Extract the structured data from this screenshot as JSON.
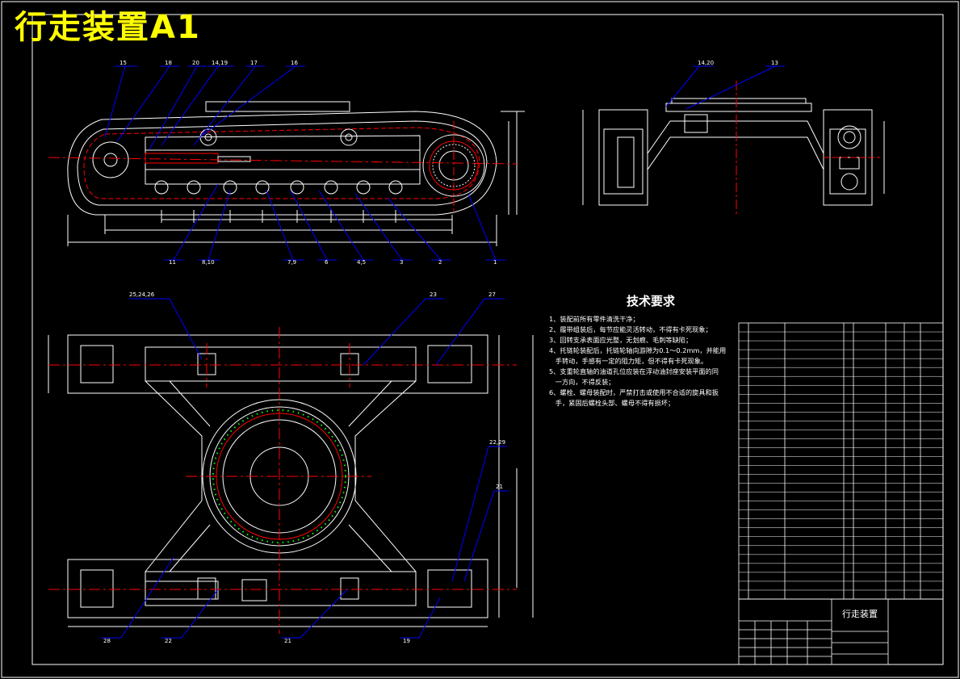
{
  "drawing": {
    "title": "行走装置A1",
    "assembly_name": "行走装置",
    "colors": {
      "background": "#000000",
      "frame": "#ffffff",
      "leader": "#0000ff",
      "centerline": "#ff0000",
      "title": "#ffff00",
      "teeth": "#00ff00"
    }
  },
  "side_view_labels": {
    "top": [
      "15",
      "18",
      "20",
      "14,19",
      "17",
      "16"
    ],
    "bottom": [
      "11",
      "8,10",
      "7,9",
      "6",
      "4,5",
      "3",
      "2",
      "1"
    ]
  },
  "end_view_labels": [
    "14,20",
    "13"
  ],
  "plan_view_labels": {
    "top": [
      "25,24,26",
      "23",
      "27"
    ],
    "right": [
      "22,29",
      "21"
    ],
    "bottom": [
      "28",
      "22",
      "21",
      "19"
    ]
  },
  "tech_requirements": {
    "title": "技术要求",
    "items": [
      "1、装配前所有零件清洗干净；",
      "2、履带组装后，每节应能灵活转动，不得有卡死现象；",
      "3、回转支承表面应光整，无划痕、毛刺等缺陷；",
      "4、托链轮装配后，托链轮轴向游隙为0.1～0.2mm，并能用",
      "   手转动，手感有一定的阻力矩，但不得有卡死现象。",
      "5、支重轮直轴的油道孔位应装在浮动油封座安装平面的同",
      "   一方向，不得反装；",
      "6、螺栓、螺母装配时，严禁打击或使用不合适的旋具和扳",
      "   手，紧固后螺栓头部、螺母不得有损坏；"
    ]
  },
  "title_block": {
    "name": "行走装置"
  }
}
